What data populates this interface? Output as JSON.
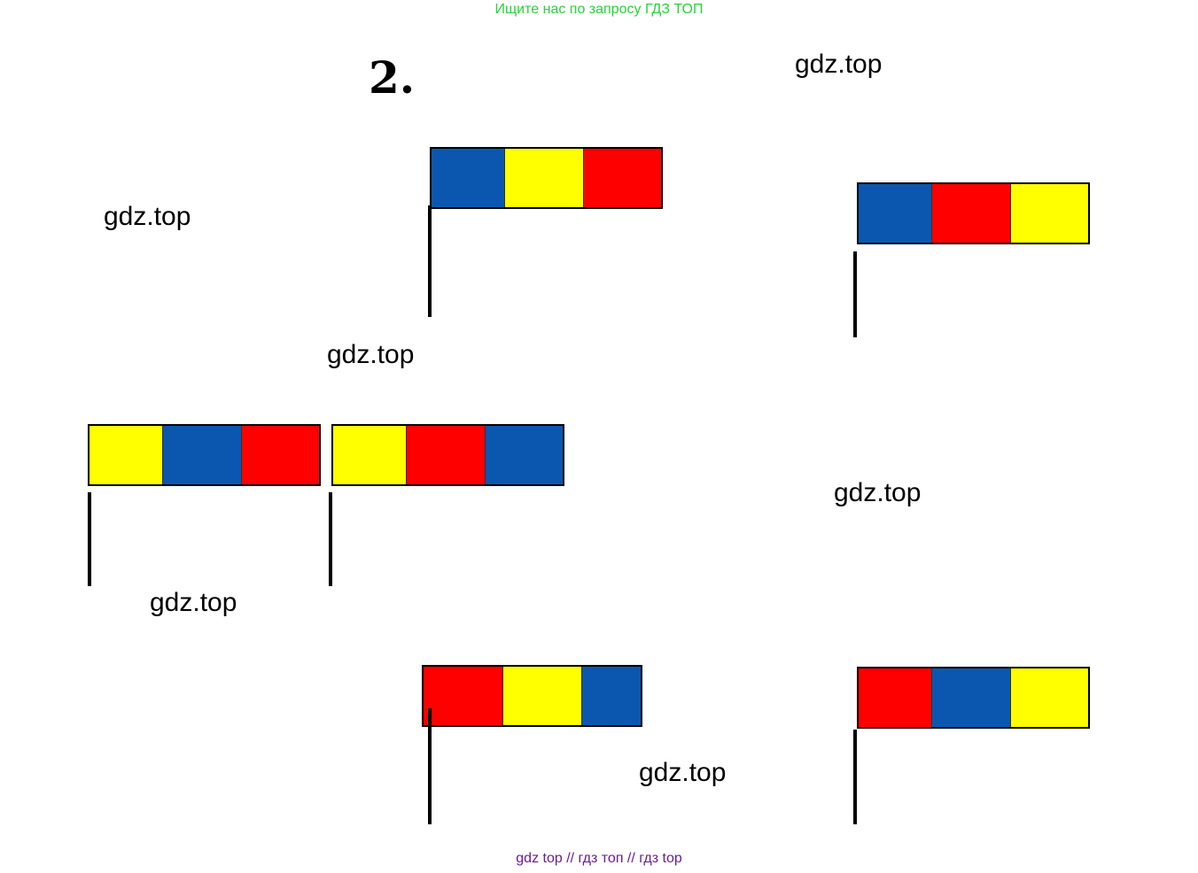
{
  "header": {
    "banner": "Ищите нас по запросу ГДЗ ТОП"
  },
  "task": {
    "number": "2."
  },
  "watermarks": [
    "gdz.top",
    "gdz.top",
    "gdz.top",
    "gdz.top",
    "gdz.top",
    "gdz.top"
  ],
  "colors": {
    "blue": "#0b57b0",
    "yellow": "#ffff00",
    "red": "#ff0000"
  },
  "flags": [
    {
      "id": 1,
      "stripes": [
        "blue",
        "yellow",
        "red"
      ]
    },
    {
      "id": 2,
      "stripes": [
        "blue",
        "red",
        "yellow"
      ]
    },
    {
      "id": 3,
      "stripes": [
        "yellow",
        "blue",
        "red"
      ]
    },
    {
      "id": 4,
      "stripes": [
        "yellow",
        "red",
        "blue"
      ]
    },
    {
      "id": 5,
      "stripes": [
        "red",
        "yellow",
        "blue"
      ]
    },
    {
      "id": 6,
      "stripes": [
        "red",
        "blue",
        "yellow"
      ]
    }
  ],
  "footer": {
    "text": "gdz top  //  гдз топ  //  гдз top"
  }
}
